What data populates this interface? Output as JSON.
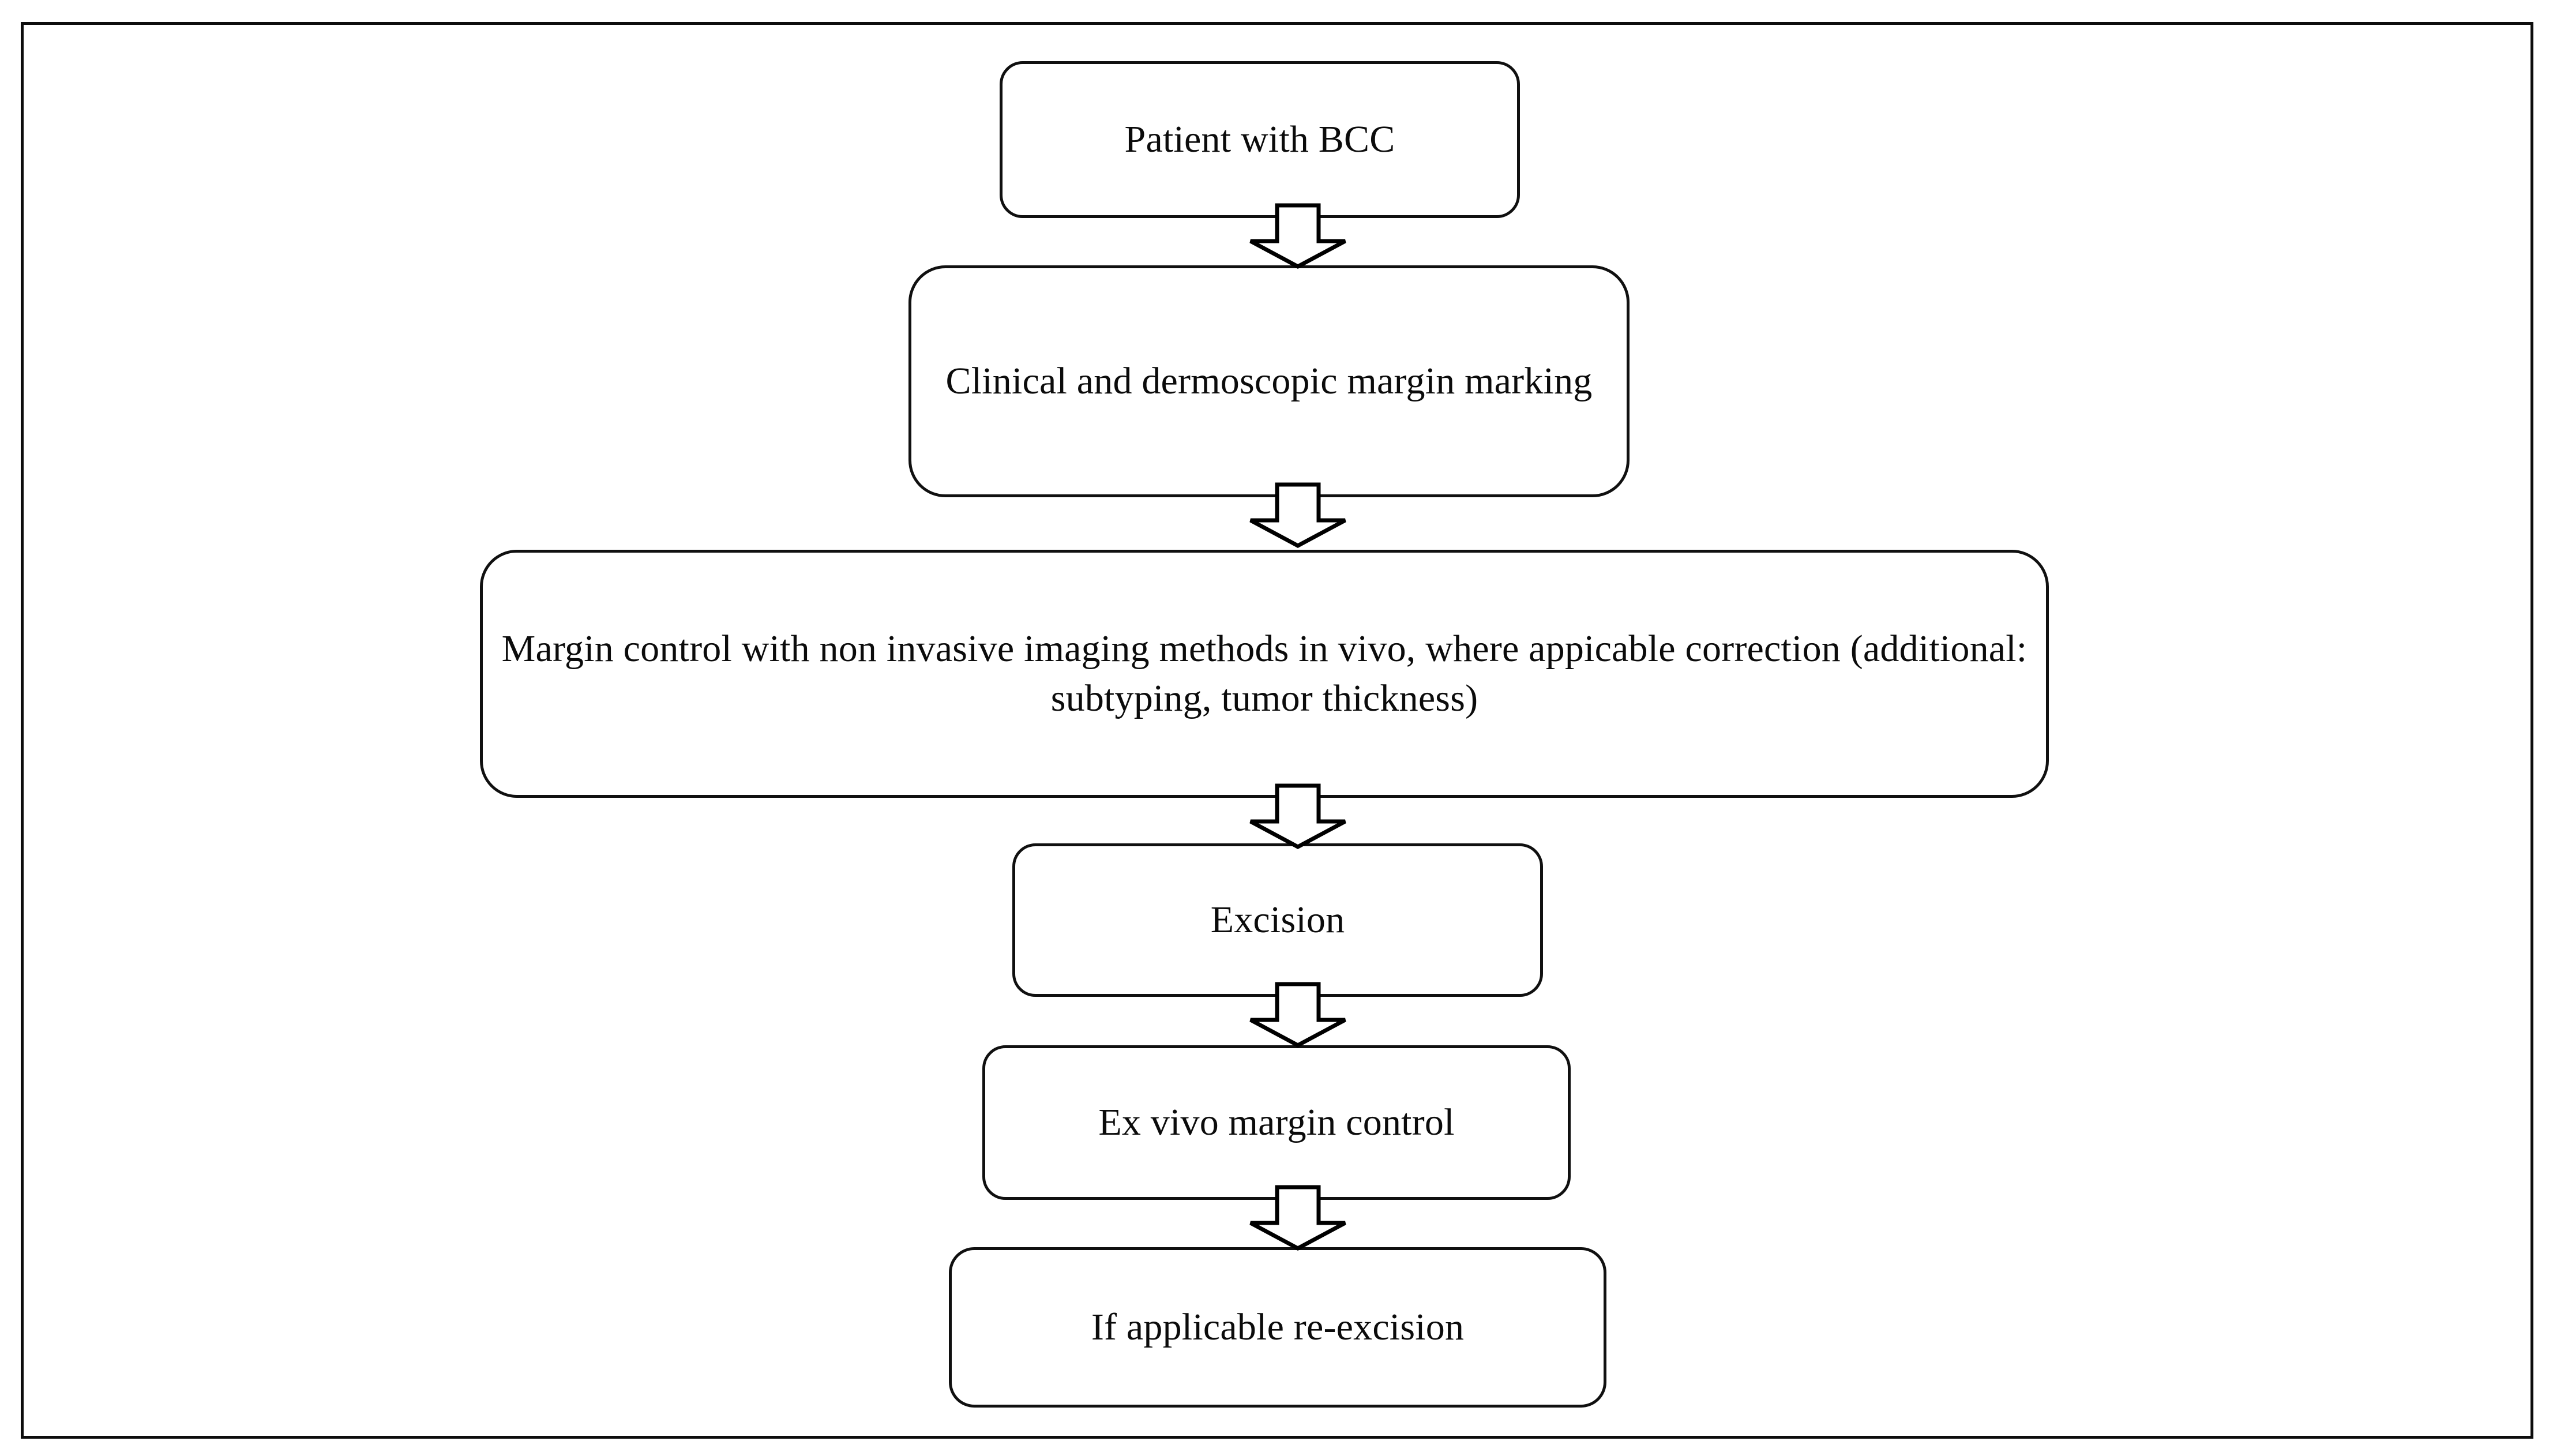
{
  "diagram": {
    "type": "flowchart",
    "orientation": "top-to-bottom",
    "frame": {
      "border_color": "#0d0d0d"
    },
    "node_style": {
      "shape": "rounded-rectangle",
      "fill": "#ffffff",
      "border_color": "#101010"
    },
    "connector_style": {
      "shape": "block-arrow-down",
      "fill": "#ffffff",
      "stroke": "#000000"
    },
    "nodes": [
      {
        "id": "patient",
        "label": "Patient with BCC"
      },
      {
        "id": "marking",
        "label": "Clinical and dermoscopic margin marking"
      },
      {
        "id": "margin-control",
        "label": "Margin control with non invasive imaging methods in vivo, where appicable correction (additional: subtyping, tumor thickness)"
      },
      {
        "id": "excision",
        "label": "Excision"
      },
      {
        "id": "exvivo",
        "label": "Ex vivo margin control"
      },
      {
        "id": "reexcision",
        "label": "If applicable re-excision"
      }
    ],
    "edges": [
      {
        "id": "edge-1",
        "from": "patient",
        "to": "marking",
        "icon": "arrow-down-icon"
      },
      {
        "id": "edge-2",
        "from": "marking",
        "to": "margin-control",
        "icon": "arrow-down-icon"
      },
      {
        "id": "edge-3",
        "from": "margin-control",
        "to": "excision",
        "icon": "arrow-down-icon"
      },
      {
        "id": "edge-4",
        "from": "excision",
        "to": "exvivo",
        "icon": "arrow-down-icon"
      },
      {
        "id": "edge-5",
        "from": "exvivo",
        "to": "reexcision",
        "icon": "arrow-down-icon"
      }
    ]
  }
}
